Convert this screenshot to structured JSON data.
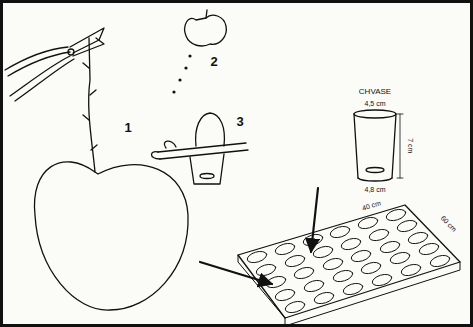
{
  "diagram": {
    "labels": [
      "1",
      "2",
      "3",
      "CHVASE",
      "4,5 cm",
      "7 cm",
      "4,8 cm",
      "40 cm",
      "60 cm"
    ]
  }
}
